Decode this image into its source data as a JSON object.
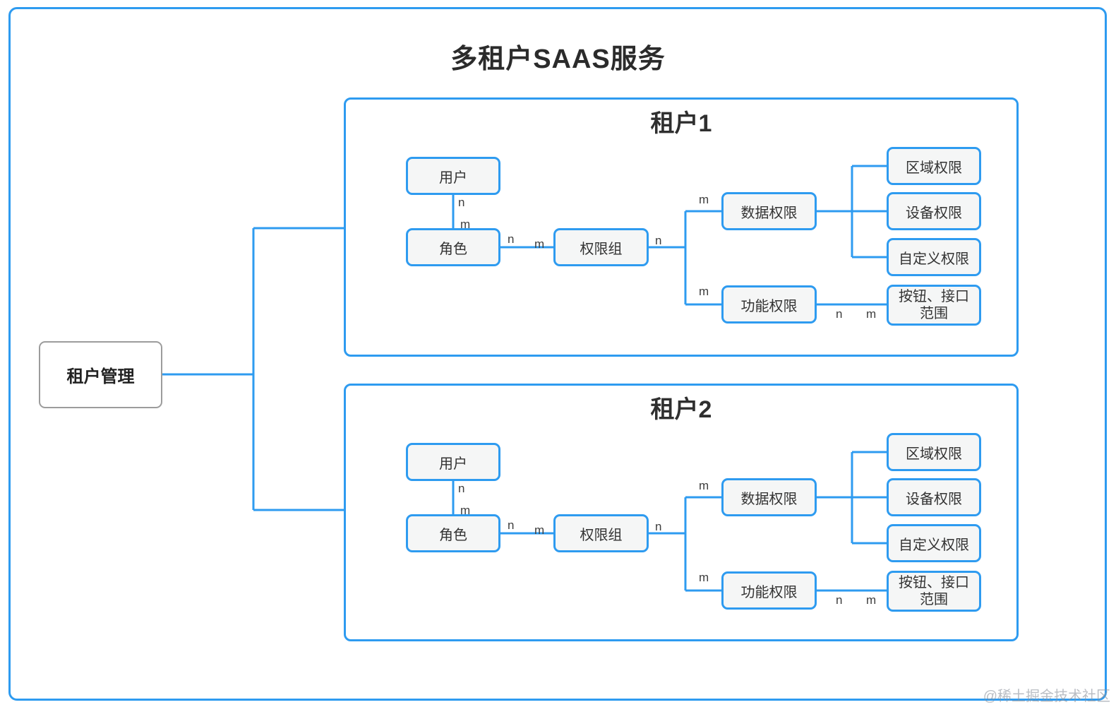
{
  "title": "多租户SAAS服务",
  "root": {
    "label": "租户管理"
  },
  "edge_labels": {
    "n": "n",
    "m": "m"
  },
  "tenants": [
    {
      "title": "租户1",
      "nodes": {
        "user": "用户",
        "role": "角色",
        "permission_group": "权限组",
        "data_permission": "数据权限",
        "function_permission": "功能权限",
        "area_permission": "区域权限",
        "device_permission": "设备权限",
        "custom_permission": "自定义权限",
        "button_scope_line1": "按钮、接口",
        "button_scope_line2": "范围"
      }
    },
    {
      "title": "租户2",
      "nodes": {
        "user": "用户",
        "role": "角色",
        "permission_group": "权限组",
        "data_permission": "数据权限",
        "function_permission": "功能权限",
        "area_permission": "区域权限",
        "device_permission": "设备权限",
        "custom_permission": "自定义权限",
        "button_scope_line1": "按钮、接口",
        "button_scope_line2": "范围"
      }
    }
  ],
  "watermark": "@稀土掘金技术社区"
}
